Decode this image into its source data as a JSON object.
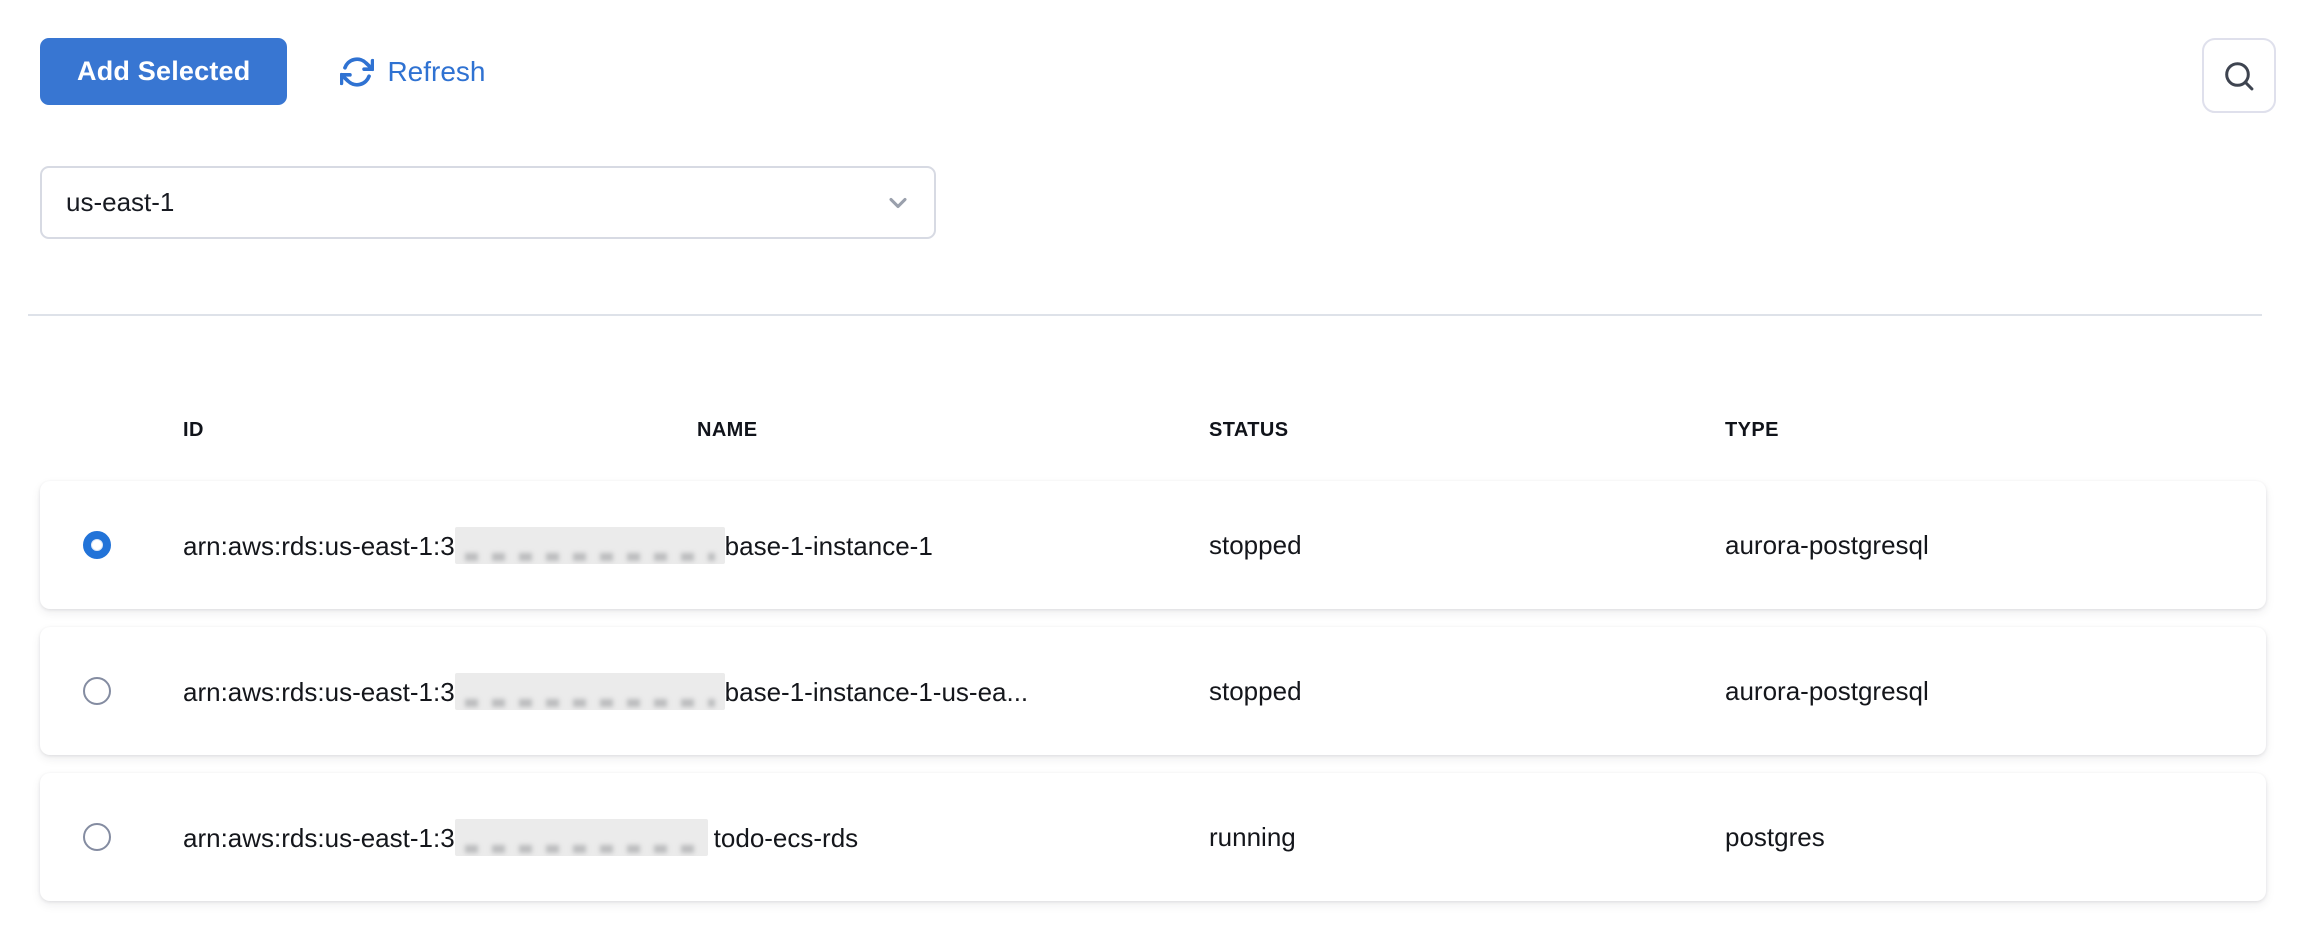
{
  "colors": {
    "accent_blue": "#3876d2",
    "refresh_blue": "#2f72d2",
    "radio_selected_blue": "#2273d8",
    "border_light": "#d7dae3",
    "text_dark": "#14161b"
  },
  "toolbar": {
    "add_selected_label": "Add Selected",
    "refresh_label": "Refresh",
    "search_icon": "magnifier-icon",
    "refresh_icon": "circular-arrows-refresh-icon"
  },
  "region_select": {
    "value": "us-east-1",
    "chevron_icon": "chevron-down-icon"
  },
  "table": {
    "columns": [
      "ID",
      "NAME",
      "STATUS",
      "TYPE"
    ],
    "rows": [
      {
        "selected": true,
        "id_prefix": "arn:aws:rds:us-east-1:3",
        "id_redacted": true,
        "id_suffix": "base-1-instance-1",
        "status": "stopped",
        "type": "aurora-postgresql"
      },
      {
        "selected": false,
        "id_prefix": "arn:aws:rds:us-east-1:3",
        "id_redacted": true,
        "id_suffix": "base-1-instance-1-us-ea...",
        "status": "stopped",
        "type": "aurora-postgresql"
      },
      {
        "selected": false,
        "id_prefix": "arn:aws:rds:us-east-1:3",
        "id_redacted": true,
        "id_suffix": "todo-ecs-rds",
        "status": "running",
        "type": "postgres"
      }
    ]
  }
}
